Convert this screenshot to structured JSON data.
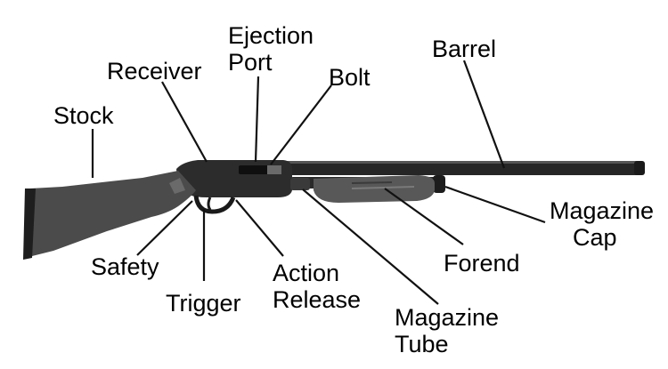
{
  "diagram": {
    "subject": "shotgun",
    "colors": {
      "metal": "#1f1f1f",
      "stock": "#4a4a4a",
      "forend": "#565656",
      "leader": "#111111",
      "text": "#000000"
    },
    "labels": {
      "stock": "Stock",
      "receiver": "Receiver",
      "ejection_port": [
        "Ejection",
        "Port"
      ],
      "bolt": "Bolt",
      "barrel": "Barrel",
      "magazine_cap": [
        "Magazine",
        "Cap"
      ],
      "forend": "Forend",
      "magazine_tube": [
        "Magazine",
        "Tube"
      ],
      "action_release": [
        "Action",
        "Release"
      ],
      "trigger": "Trigger",
      "safety": "Safety"
    }
  }
}
